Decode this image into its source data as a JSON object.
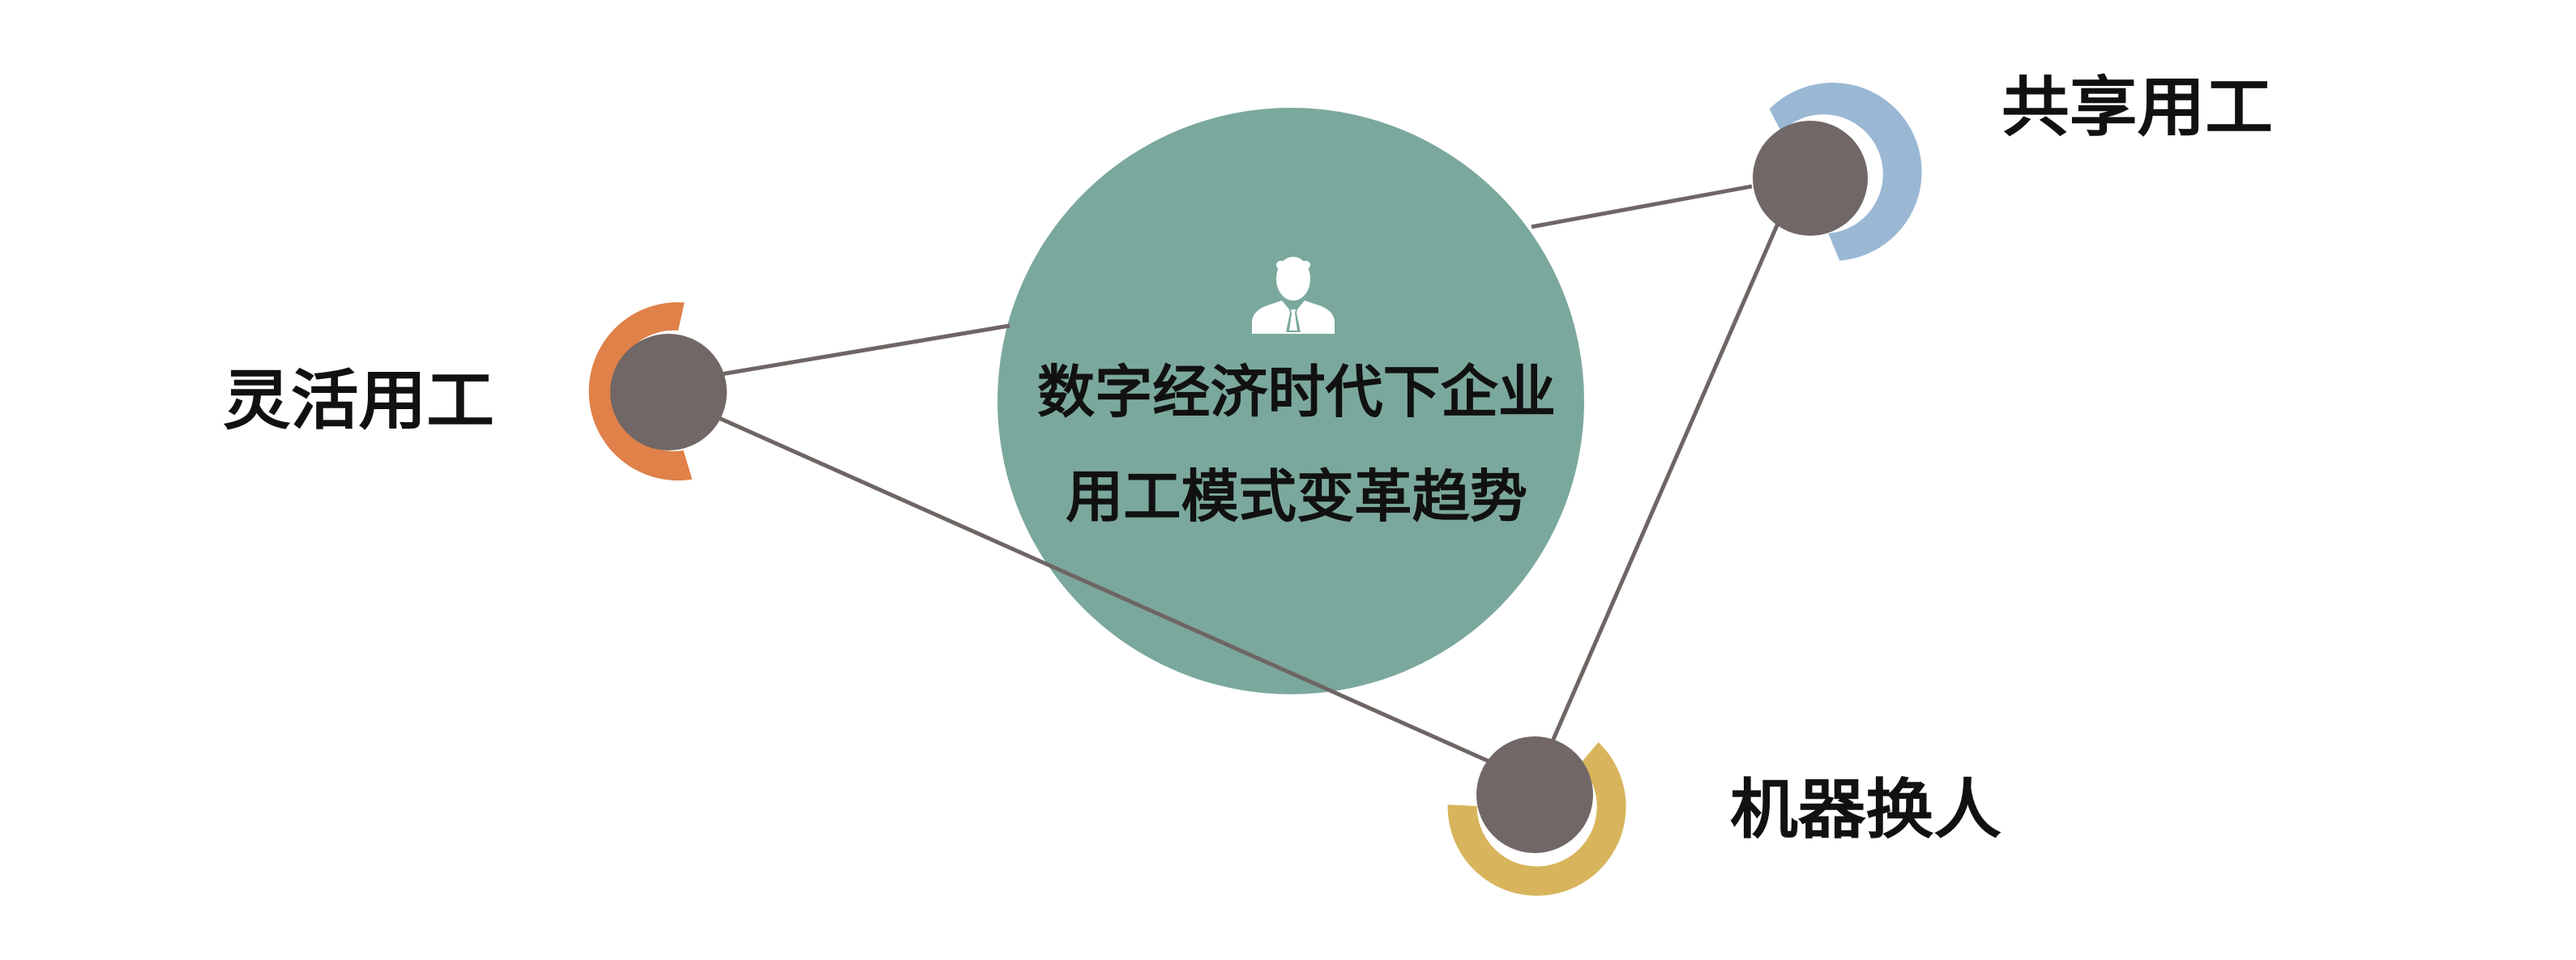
{
  "diagram": {
    "center": {
      "title_line1": "数字经济时代下企业",
      "title_line2": "用工模式变革趋势",
      "icon": "businessman-icon",
      "color": "#7ba89d"
    },
    "nodes": [
      {
        "id": "shared",
        "label": "共享用工",
        "arc_color": "#9ab8d4"
      },
      {
        "id": "flexible",
        "label": "灵活用工",
        "arc_color": "#df8148"
      },
      {
        "id": "robot",
        "label": "机器换人",
        "arc_color": "#d8b55c"
      }
    ],
    "connector_color": "#6e6664",
    "node_fill_color": "#716766"
  }
}
